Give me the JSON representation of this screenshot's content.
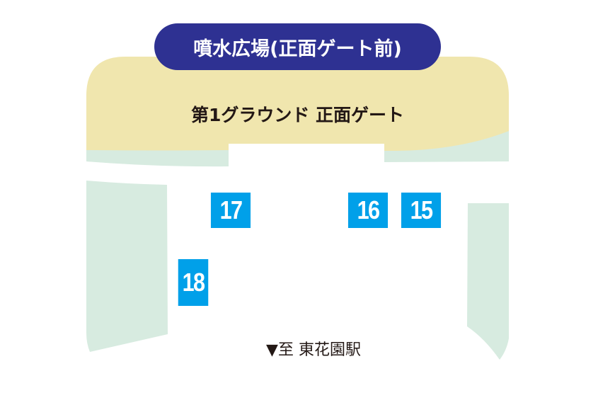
{
  "title": "噴水広場(正面ゲート前)",
  "gate_label": "第1グラウンド 正面ゲート",
  "spots": [
    {
      "label": "17"
    },
    {
      "label": "16"
    },
    {
      "label": "15"
    },
    {
      "label": "18"
    }
  ],
  "direction_label": "▼至 東花園駅",
  "colors": {
    "title_bg": "#2e3192",
    "ground": "#f0e6ae",
    "green": "#d7ebe0",
    "spot": "#00a0e9"
  }
}
